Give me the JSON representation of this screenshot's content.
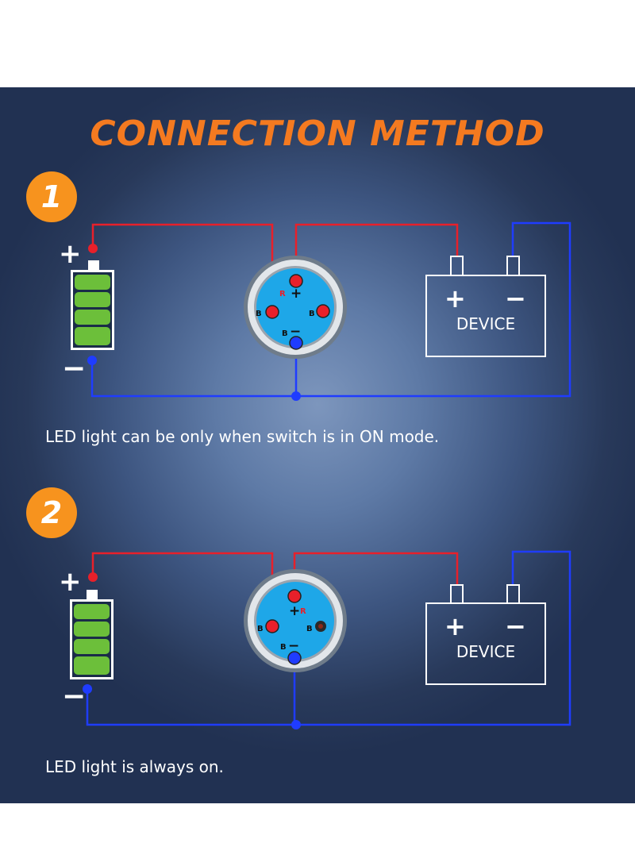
{
  "title": "CONNECTION METHOD",
  "steps": [
    {
      "number": "1",
      "caption": "LED light can be only when switch is in ON mode.",
      "battery": {
        "plus": "+",
        "minus": "−"
      },
      "switch": {
        "pin_labels": {
          "r": "R",
          "plus": "+",
          "b_left": "B",
          "b_right": "B",
          "b_bottom": "B",
          "minus": "−"
        }
      },
      "device": {
        "label": "DEVICE",
        "plus": "+",
        "minus": "−"
      }
    },
    {
      "number": "2",
      "caption": "LED light is always on.",
      "battery": {
        "plus": "+",
        "minus": "−"
      },
      "switch": {
        "pin_labels": {
          "r": "R",
          "plus": "+",
          "b_left": "B",
          "b_right": "B",
          "b_bottom": "B",
          "minus": "−"
        }
      },
      "device": {
        "label": "DEVICE",
        "plus": "+",
        "minus": "−"
      }
    }
  ],
  "colors": {
    "title": "#f47a20",
    "badge": "#f7931e",
    "positive_wire": "#e8202a",
    "negative_wire": "#1f3cff",
    "battery_cell": "#6cbf3a",
    "switch_face": "#1ea7e8"
  }
}
